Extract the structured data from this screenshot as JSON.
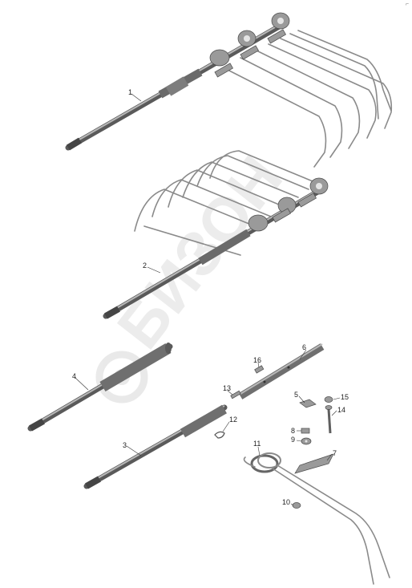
{
  "diagram": {
    "watermark": "БИЗОН",
    "corner_mark": "⌐",
    "callouts": [
      "1",
      "2",
      "3",
      "4",
      "5",
      "6",
      "7",
      "8",
      "9",
      "10",
      "11",
      "12",
      "13",
      "14",
      "15",
      "16"
    ]
  }
}
